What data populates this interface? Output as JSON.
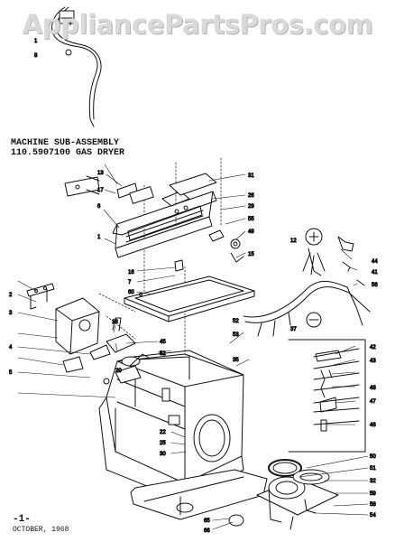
{
  "watermark": "AppliancePartsPros.com",
  "title_line1": "MACHINE SUB-ASSEMBLY",
  "title_line2": "110.5907100 GAS DRYER",
  "page_number": "-1-",
  "date": "OCTOBER, 1968",
  "callouts": [
    {
      "id": "c-top-1",
      "label": "1"
    },
    {
      "id": "c-top-8",
      "label": "8"
    },
    {
      "id": "c-13",
      "label": "13"
    },
    {
      "id": "c-17",
      "label": "17"
    },
    {
      "id": "c-6",
      "label": "6"
    },
    {
      "id": "c-1b",
      "label": "1"
    },
    {
      "id": "c-31",
      "label": "31"
    },
    {
      "id": "c-26",
      "label": "26"
    },
    {
      "id": "c-29",
      "label": "29"
    },
    {
      "id": "c-55",
      "label": "55"
    },
    {
      "id": "c-49",
      "label": "49"
    },
    {
      "id": "c-12",
      "label": "12"
    },
    {
      "id": "c-44",
      "label": "44"
    },
    {
      "id": "c-41",
      "label": "41"
    },
    {
      "id": "c-56",
      "label": "56"
    },
    {
      "id": "c-15",
      "label": "15"
    },
    {
      "id": "c-52",
      "label": "52"
    },
    {
      "id": "c-37",
      "label": "37"
    },
    {
      "id": "c-16",
      "label": "16"
    },
    {
      "id": "c-60",
      "label": "60"
    },
    {
      "id": "c-45",
      "label": "45"
    },
    {
      "id": "c-52b",
      "label": "52"
    },
    {
      "id": "c-53",
      "label": "53"
    },
    {
      "id": "c-35",
      "label": "35"
    },
    {
      "id": "c-42",
      "label": "42"
    },
    {
      "id": "c-43",
      "label": "43"
    },
    {
      "id": "c-48",
      "label": "48"
    },
    {
      "id": "c-47",
      "label": "47"
    },
    {
      "id": "c-46",
      "label": "46"
    },
    {
      "id": "c-50",
      "label": "50"
    },
    {
      "id": "c-51",
      "label": "51"
    },
    {
      "id": "c-32",
      "label": "32"
    },
    {
      "id": "c-59",
      "label": "59"
    },
    {
      "id": "c-58",
      "label": "58"
    },
    {
      "id": "c-54",
      "label": "54"
    },
    {
      "id": "c-20",
      "label": "20"
    },
    {
      "id": "c-22",
      "label": "22"
    },
    {
      "id": "c-25",
      "label": "25"
    },
    {
      "id": "c-30",
      "label": "30"
    },
    {
      "id": "c-66",
      "label": "66"
    },
    {
      "id": "c-65",
      "label": "65"
    },
    {
      "id": "c-2",
      "label": "2"
    },
    {
      "id": "c-3",
      "label": "3"
    },
    {
      "id": "c-4",
      "label": "4"
    },
    {
      "id": "c-5",
      "label": "5"
    },
    {
      "id": "c-18",
      "label": "18"
    },
    {
      "id": "c-7",
      "label": "7"
    }
  ]
}
